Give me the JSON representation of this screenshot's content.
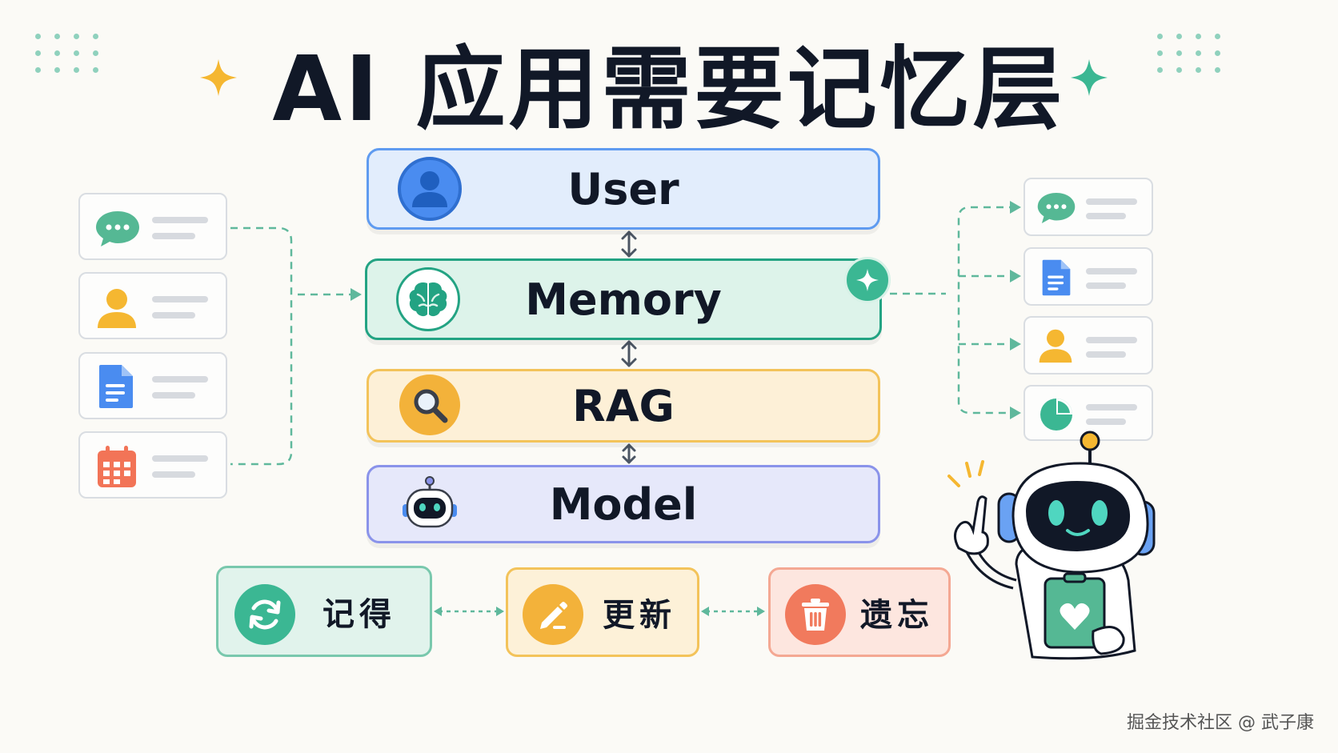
{
  "title": "AI 应用需要记忆层",
  "layers": [
    {
      "label": "User",
      "icon": "user-icon"
    },
    {
      "label": "Memory",
      "icon": "brain-icon"
    },
    {
      "label": "RAG",
      "icon": "magnifier-icon"
    },
    {
      "label": "Model",
      "icon": "robot-icon"
    }
  ],
  "actions": [
    {
      "label": "记得",
      "icon": "refresh-icon"
    },
    {
      "label": "更新",
      "icon": "pencil-icon"
    },
    {
      "label": "遗忘",
      "icon": "trash-icon"
    }
  ],
  "left_cards": [
    "chat-bubble-icon",
    "person-icon",
    "document-icon",
    "calendar-icon"
  ],
  "right_cards": [
    "chat-bubble-icon",
    "document-icon",
    "person-icon",
    "pie-chart-icon"
  ],
  "colors": {
    "user": "#4a8cf0",
    "memory": "#23a383",
    "rag": "#f3b23a",
    "model": "#7b86e8",
    "remember": "#4cb89a",
    "update": "#f3b23a",
    "forget": "#f17a5d",
    "connector": "#5fb89c"
  },
  "watermark": "掘金技术社区 @ 武子康"
}
